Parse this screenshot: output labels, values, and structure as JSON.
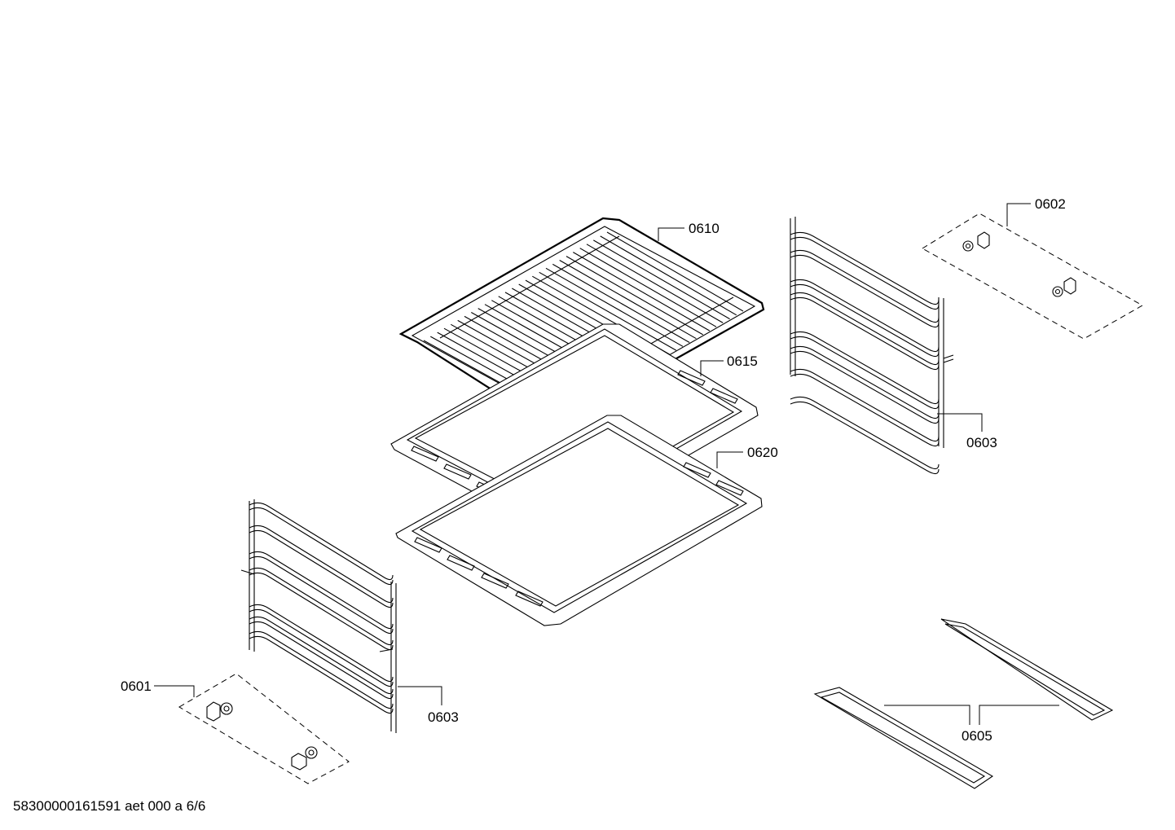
{
  "labels": {
    "rack": "0610",
    "baking_tray": "0615",
    "deep_tray": "0620",
    "clip_set_right": "0602",
    "clip_set_left": "0601",
    "side_rail_right": "0603",
    "side_rail_left": "0603",
    "telescopic_rails": "0605"
  },
  "footer": {
    "doc_code": "58300000161591 aet 000 a 6/6"
  }
}
